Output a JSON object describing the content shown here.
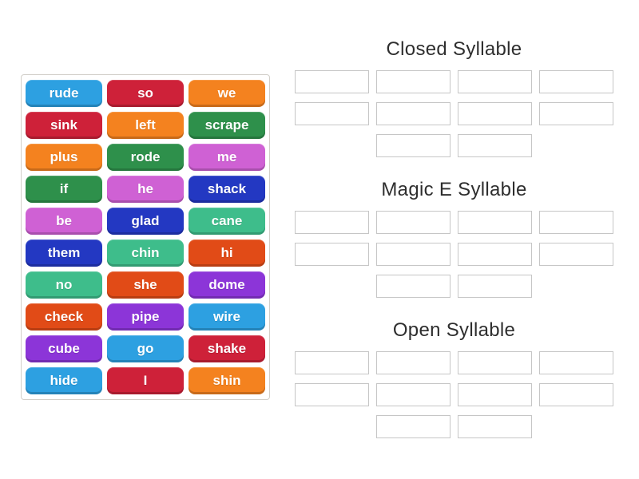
{
  "palette": {
    "blue": "#2da0e1",
    "crimson": "#ce2139",
    "orange": "#f4821f",
    "green": "#2e904b",
    "orchid": "#cf61d4",
    "royal": "#2338c2",
    "emerald": "#3ebd8b",
    "vermillion": "#e14b17",
    "purple": "#8c35d8"
  },
  "word_bank": {
    "words": [
      {
        "label": "rude",
        "color": "blue"
      },
      {
        "label": "so",
        "color": "crimson"
      },
      {
        "label": "we",
        "color": "orange"
      },
      {
        "label": "sink",
        "color": "crimson"
      },
      {
        "label": "left",
        "color": "orange"
      },
      {
        "label": "scrape",
        "color": "green"
      },
      {
        "label": "plus",
        "color": "orange"
      },
      {
        "label": "rode",
        "color": "green"
      },
      {
        "label": "me",
        "color": "orchid"
      },
      {
        "label": "if",
        "color": "green"
      },
      {
        "label": "he",
        "color": "orchid"
      },
      {
        "label": "shack",
        "color": "royal"
      },
      {
        "label": "be",
        "color": "orchid"
      },
      {
        "label": "glad",
        "color": "royal"
      },
      {
        "label": "cane",
        "color": "emerald"
      },
      {
        "label": "them",
        "color": "royal"
      },
      {
        "label": "chin",
        "color": "emerald"
      },
      {
        "label": "hi",
        "color": "vermillion"
      },
      {
        "label": "no",
        "color": "emerald"
      },
      {
        "label": "she",
        "color": "vermillion"
      },
      {
        "label": "dome",
        "color": "purple"
      },
      {
        "label": "check",
        "color": "vermillion"
      },
      {
        "label": "pipe",
        "color": "purple"
      },
      {
        "label": "wire",
        "color": "blue"
      },
      {
        "label": "cube",
        "color": "purple"
      },
      {
        "label": "go",
        "color": "blue"
      },
      {
        "label": "shake",
        "color": "crimson"
      },
      {
        "label": "hide",
        "color": "blue"
      },
      {
        "label": "I",
        "color": "crimson"
      },
      {
        "label": "shin",
        "color": "orange"
      }
    ]
  },
  "groups": [
    {
      "title": "Closed Syllable",
      "slot_rows": [
        4,
        4,
        2
      ]
    },
    {
      "title": "Magic E Syllable",
      "slot_rows": [
        4,
        4,
        2
      ]
    },
    {
      "title": "Open Syllable",
      "slot_rows": [
        4,
        4,
        2
      ]
    }
  ]
}
